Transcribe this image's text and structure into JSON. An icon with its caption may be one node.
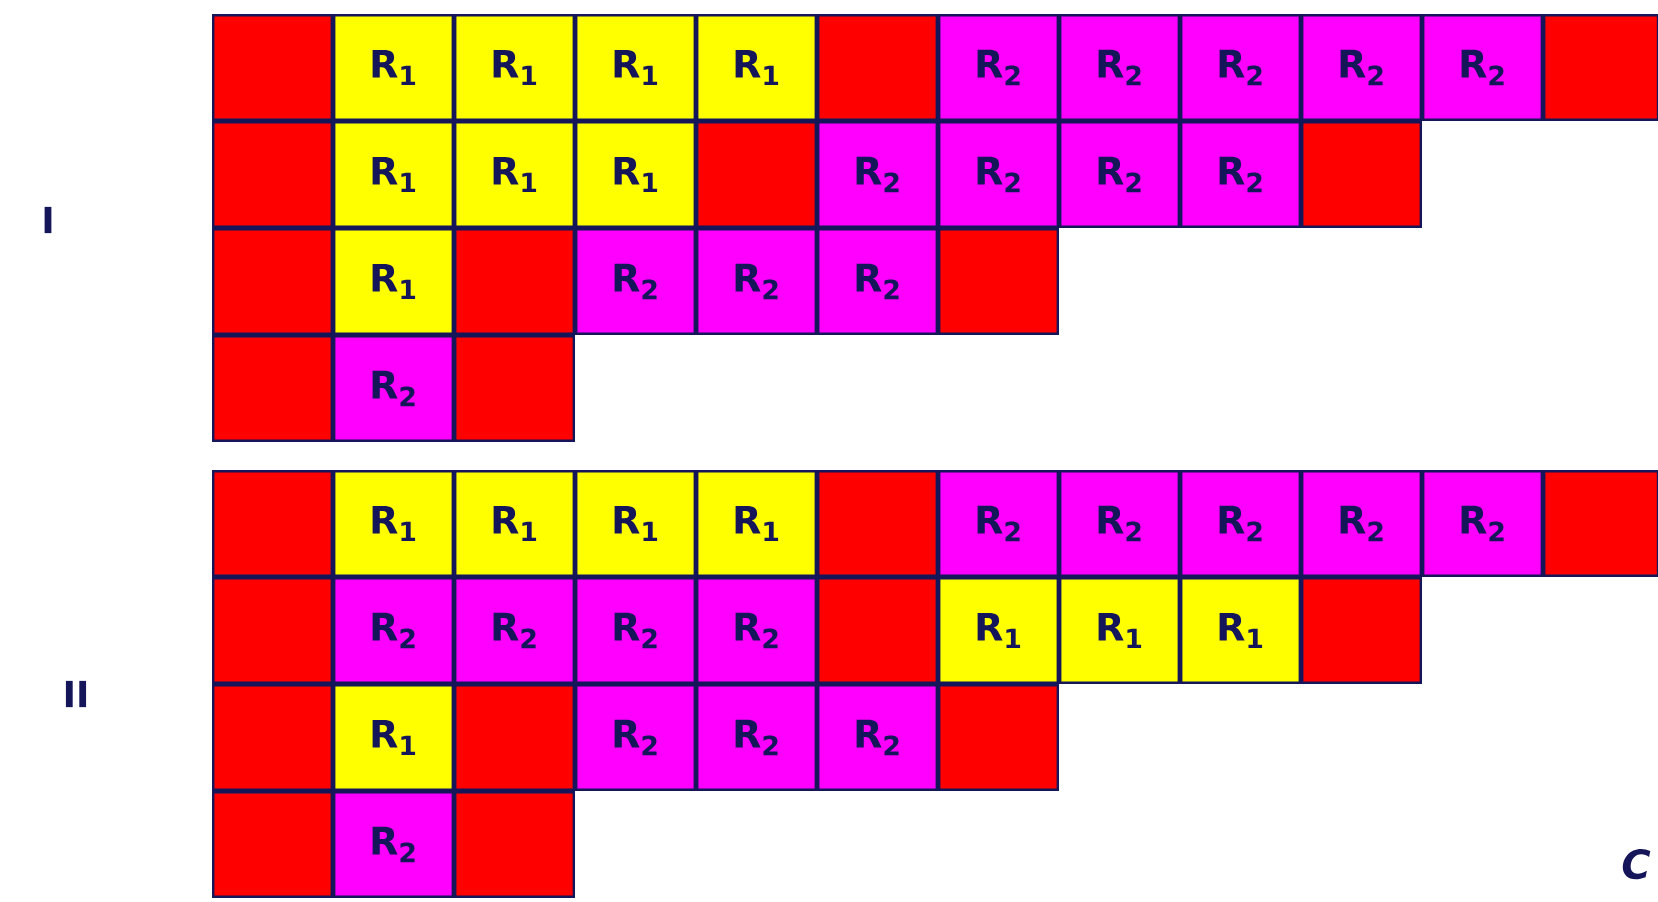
{
  "diagram": {
    "nodes": [
      {
        "text": [],
        "shape": "box"
      },
      {
        "text": [
          "R$_{1}$"
        ]
      },
      {
        "text": [
          "R$_{1}$"
        ]
      },
      {
        "text": [
          "R$_{1}$"
        ]
      },
      {
        "text": [
          "R$_{1}$"
        ]
      },
      {
        "text": [],
        "shape": "box"
      },
      {
        "text": [
          "R$_{2}$"
        ]
      },
      {
        "text": [
          "R$_{2}$"
        ]
      },
      {
        "text": [
          "R$_{2}$"
        ]
      },
      {
        "text": [
          "R$_{2}$"
        ]
      },
      {
        "text": [
          "R$_{2}$"
        ]
      },
      {
        "text": [],
        "shape": "box"
      },
      {
        "text": [],
        "shape": "box"
      },
      {
        "text": [
          "R$_{1}$"
        ]
      },
      {
        "text": [
          "R$_{1}$"
        ]
      },
      {
        "text": [
          "R$_{1}$"
        ]
      },
      {
        "text": [],
        "shape": "box"
      },
      {
        "text": [
          "R$_{2}$"
        ]
      },
      {
        "text": [
          "R$_{2}$"
        ]
      },
      {
        "text": [
          "R$_{2}$"
        ]
      },
      {
        "text": [
          "R$_{2}$"
        ]
      },
      {
        "text": [],
        "shape": "box"
      },
      {
        "text": [],
        "shape": "box"
      },
      {
        "text": [
          "R$_{1}$"
        ]
      },
      {
        "text": [],
        "shape": "box"
      },
      {
        "text": [
          "R$_{2}$"
        ]
      },
      {
        "text": [
          "R$_{2}$"
        ]
      },
      {
        "text": [
          "R$_{2}$"
        ]
      },
      {
        "text": [],
        "shape": "box"
      },
      {
        "text": [],
        "shape": "box"
      },
      {
        "text": [
          "R$_{2}$"
        ]
      },
      {
        "text": [],
        "shape": "box"
      },
      {
        "text": [],
        "shape": "box"
      },
      {
        "text": [
          "R$_{1}$"
        ]
      },
      {
        "text": [
          "R$_{1}$"
        ]
      },
      {
        "text": [
          "R$_{1}$"
        ]
      },
      {
        "text": [
          "R$_{1}$"
        ]
      },
      {
        "text": [],
        "shape": "box"
      },
      {
        "text": [
          "R$_{2}$"
        ]
      },
      {
        "text": [
          "R$_{2}$"
        ]
      },
      {
        "text": [
          "R$_{2}$"
        ]
      },
      {
        "text": [
          "R$_{2}$"
        ]
      },
      {
        "text": [
          "R$_{2}$"
        ]
      },
      {
        "text": [],
        "shape": "box"
      },
      {
        "text": [],
        "shape": "box"
      },
      {
        "text": [
          "R$_{2}$"
        ]
      },
      {
        "text": [
          "R$_{2}$"
        ]
      },
      {
        "text": [
          "R$_{2}$"
        ]
      },
      {
        "text": [
          "R$_{2}$"
        ]
      },
      {
        "text": [],
        "shape": "box"
      },
      {
        "text": [
          "R$_{1}$"
        ]
      },
      {
        "text": [
          "R$_{1}$"
        ]
      },
      {
        "text": [
          "R$_{1}$"
        ]
      },
      {
        "text": [],
        "shape": "box"
      },
      {
        "text": [],
        "shape": "box"
      },
      {
        "text": [
          "R$_{1}$"
        ]
      },
      {
        "text": [],
        "shape": "box"
      },
      {
        "text": [
          "R$_{2}$"
        ]
      },
      {
        "text": [
          "R$_{2}$"
        ]
      },
      {
        "text": [
          "R$_{2}$"
        ]
      },
      {
        "text": [],
        "shape": "box"
      },
      {
        "text": [],
        "shape": "box"
      },
      {
        "text": [
          "R$_{2}$"
        ]
      },
      {
        "text": [],
        "shape": "box"
      }
    ],
    "labels": [
      "I",
      "II",
      "C"
    ]
  }
}
